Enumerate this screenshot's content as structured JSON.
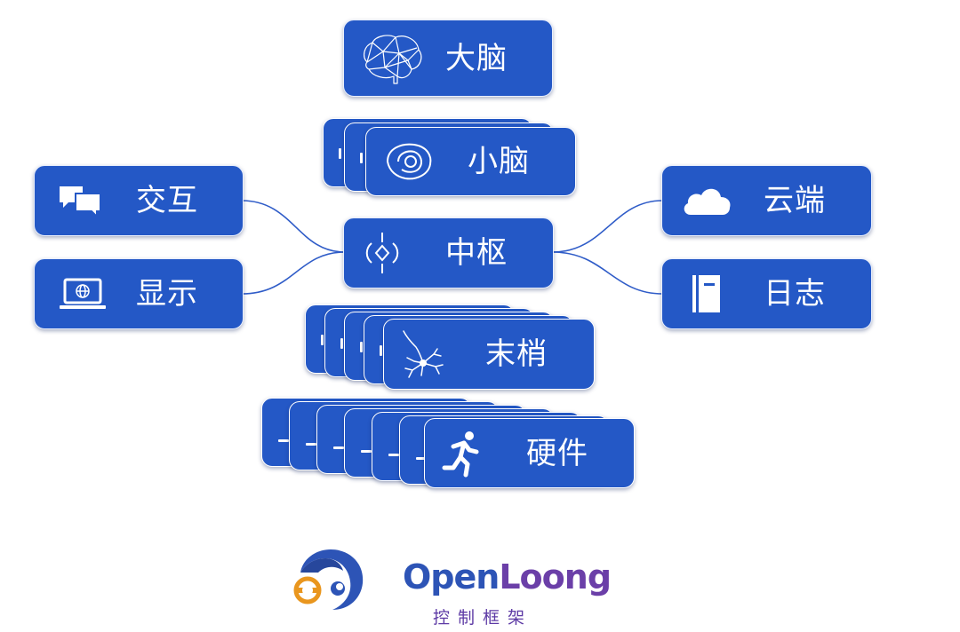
{
  "nodes": {
    "brain": "大脑",
    "cerebellum": "小脑",
    "interaction": "交互",
    "display": "显示",
    "center": "中枢",
    "cloud": "云端",
    "log": "日志",
    "peripheral": "末梢",
    "hardware": "硬件"
  },
  "logo": {
    "part1": "Open",
    "part2": "Loong",
    "subtitle": "控制框架"
  },
  "colors": {
    "box": "#2458c6",
    "connector": "#2f5cc8",
    "logo_blue": "#2d54b6",
    "logo_purple": "#6b3fa8",
    "logo_orange": "#e9961e"
  }
}
